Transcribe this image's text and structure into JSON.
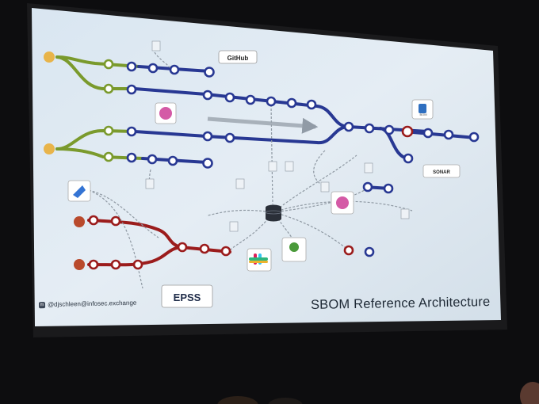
{
  "slide": {
    "title": "SBOM Reference Architecture",
    "handle": "@djschleen@infosec.exchange",
    "mastodon_icon": "mastodon-icon"
  },
  "diagram": {
    "labels": {
      "github": "GitHub",
      "epss": "EPSS",
      "sonar": "SONAR",
      "bom": "BOM"
    },
    "colors": {
      "green_line": "#7a9a2c",
      "blue_line": "#283893",
      "red_line": "#9b1c1c",
      "screen_bg": "#dfe9f2",
      "room": "#0d0d0f"
    }
  }
}
